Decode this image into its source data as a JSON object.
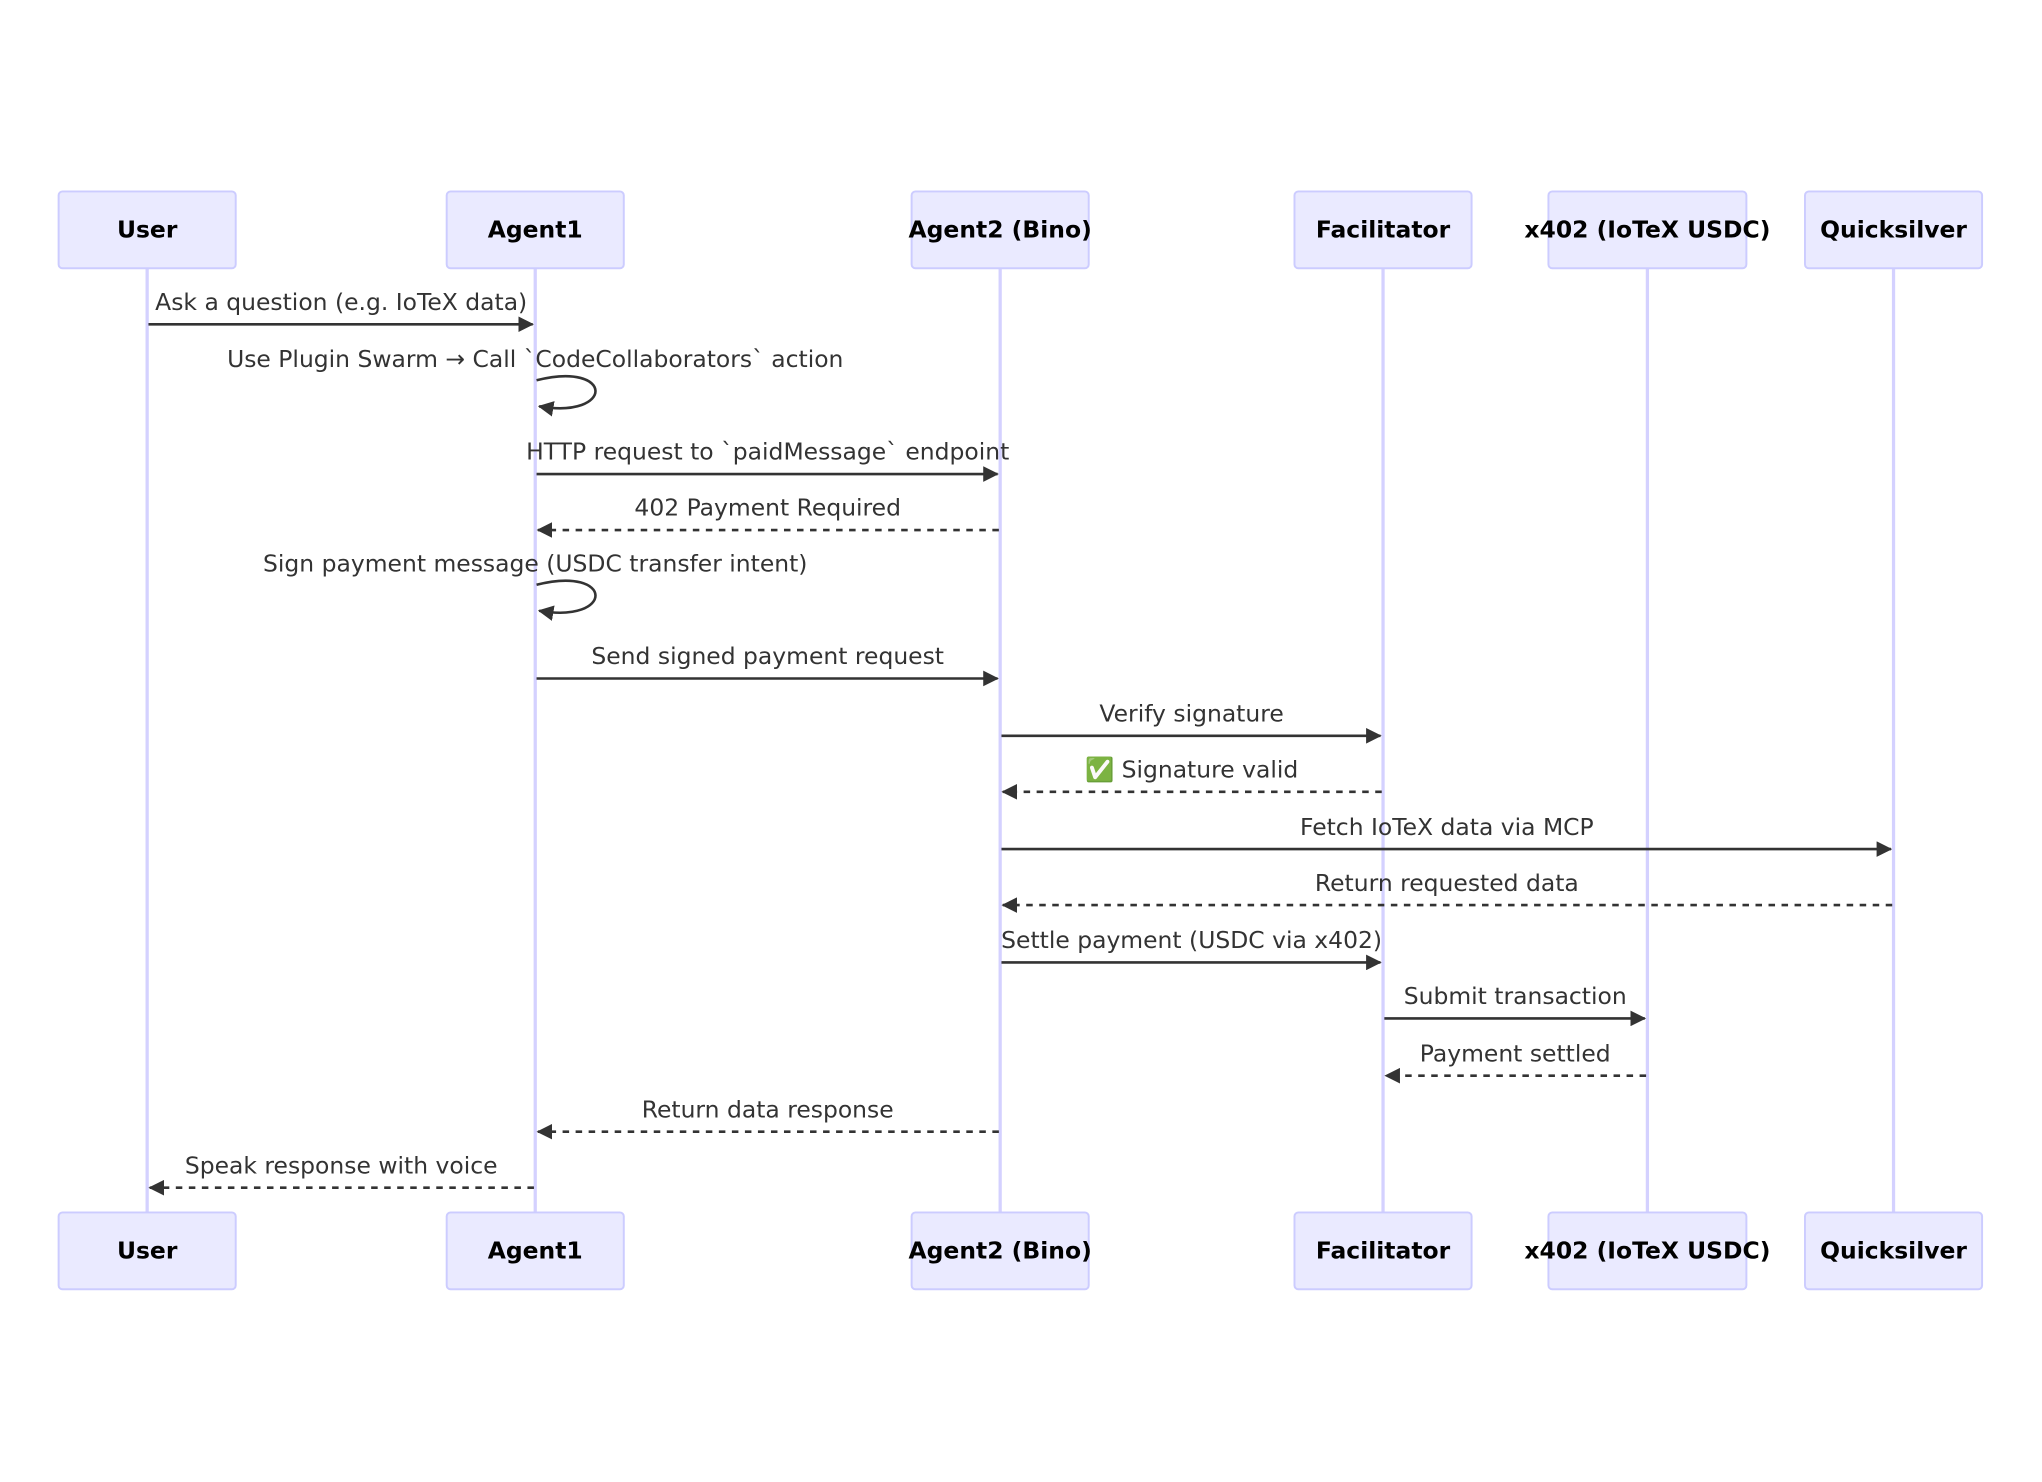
{
  "participants": [
    {
      "id": "user",
      "label": "User"
    },
    {
      "id": "agent1",
      "label": "Agent1"
    },
    {
      "id": "agent2",
      "label": "Agent2 (Bino)"
    },
    {
      "id": "facilitator",
      "label": "Facilitator"
    },
    {
      "id": "x402",
      "label": "x402 (IoTeX USDC)"
    },
    {
      "id": "quicksilver",
      "label": "Quicksilver"
    }
  ],
  "messages": [
    {
      "from": "user",
      "to": "agent1",
      "text": "Ask a question (e.g. IoTeX data)",
      "style": "solid"
    },
    {
      "from": "agent1",
      "to": "agent1",
      "text": "Use Plugin Swarm → Call `CodeCollaborators` action",
      "style": "solid"
    },
    {
      "from": "agent1",
      "to": "agent2",
      "text": "HTTP request to `paidMessage` endpoint",
      "style": "solid"
    },
    {
      "from": "agent2",
      "to": "agent1",
      "text": "402 Payment Required",
      "style": "dashed"
    },
    {
      "from": "agent1",
      "to": "agent1",
      "text": "Sign payment message (USDC transfer intent)",
      "style": "solid"
    },
    {
      "from": "agent1",
      "to": "agent2",
      "text": "Send signed payment request",
      "style": "solid"
    },
    {
      "from": "agent2",
      "to": "facilitator",
      "text": "Verify signature",
      "style": "solid"
    },
    {
      "from": "facilitator",
      "to": "agent2",
      "text": "✅ Signature valid",
      "style": "dashed"
    },
    {
      "from": "agent2",
      "to": "quicksilver",
      "text": "Fetch IoTeX data via MCP",
      "style": "solid"
    },
    {
      "from": "quicksilver",
      "to": "agent2",
      "text": "Return requested data",
      "style": "dashed"
    },
    {
      "from": "agent2",
      "to": "facilitator",
      "text": "Settle payment (USDC via x402)",
      "style": "solid"
    },
    {
      "from": "facilitator",
      "to": "x402",
      "text": "Submit transaction",
      "style": "solid"
    },
    {
      "from": "x402",
      "to": "facilitator",
      "text": "Payment settled",
      "style": "dashed"
    },
    {
      "from": "agent2",
      "to": "agent1",
      "text": "Return data response",
      "style": "dashed"
    },
    {
      "from": "agent1",
      "to": "user",
      "text": "Speak response with voice",
      "style": "dashed"
    }
  ]
}
